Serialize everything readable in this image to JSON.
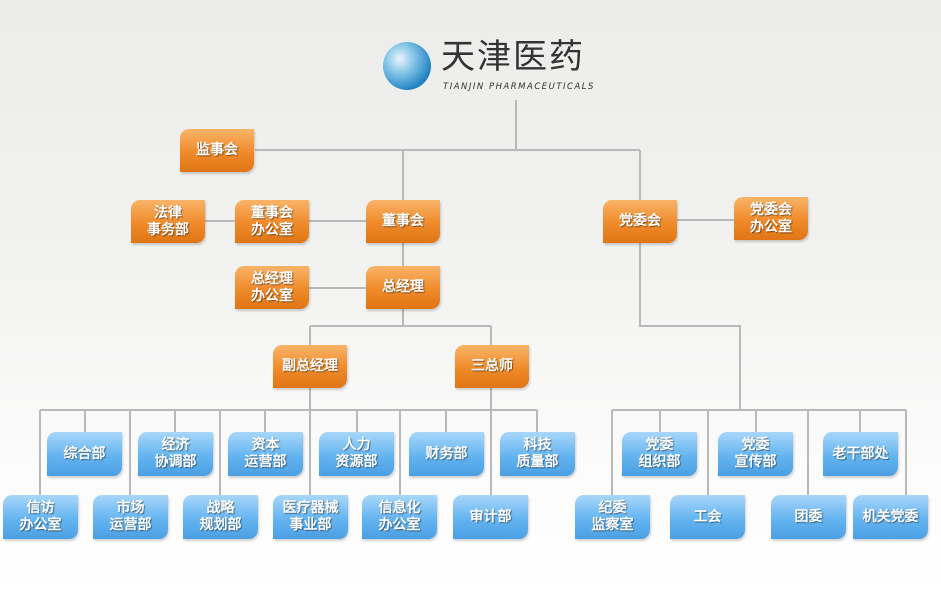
{
  "logo": {
    "name_cn": "天津医药",
    "name_en": "TIANJIN PHARMACEUTICALS"
  },
  "colors": {
    "leadership": "#ef8a2a",
    "department": "#64b4f0",
    "line": "#b9b9b9"
  },
  "leadership": {
    "supervisory_board": "监事会",
    "legal_affairs": "法律\n事务部",
    "board_office": "董事会\n办公室",
    "board": "董事会",
    "party_committee": "党委会",
    "party_office": "党委会\n办公室",
    "gm_office": "总经理\n办公室",
    "gm": "总经理",
    "deputy_gm": "副总经理",
    "chief_officers": "三总师"
  },
  "departments_top": [
    "综合部",
    "经济\n协调部",
    "资本\n运营部",
    "人力\n资源部",
    "财务部",
    "科技\n质量部"
  ],
  "departments_bottom": [
    "信访\n办公室",
    "市场\n运营部",
    "战略\n规划部",
    "医疗器械\n事业部",
    "信息化\n办公室",
    "审计部"
  ],
  "party_top": [
    "党委\n组织部",
    "党委\n宣传部",
    "老干部处"
  ],
  "party_bottom": [
    "纪委\n监察室",
    "工会",
    "团委",
    "机关党委"
  ]
}
